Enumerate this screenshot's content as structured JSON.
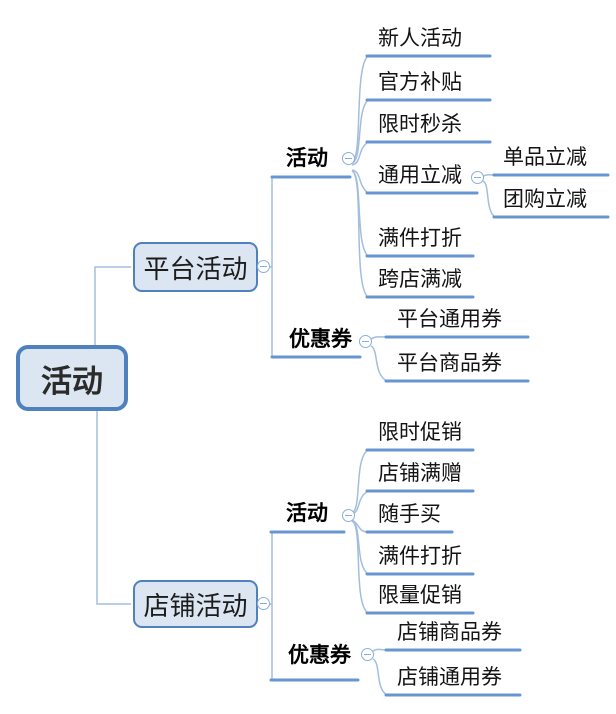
{
  "root": {
    "label": "活动"
  },
  "branches": [
    {
      "label": "平台活动",
      "groups": [
        {
          "label": "活动",
          "children": [
            {
              "label": "新人活动"
            },
            {
              "label": "官方补贴"
            },
            {
              "label": "限时秒杀"
            },
            {
              "label": "通用立减",
              "children": [
                {
                  "label": "单品立减"
                },
                {
                  "label": "团购立减"
                }
              ]
            },
            {
              "label": "满件打折"
            },
            {
              "label": "跨店满减"
            }
          ]
        },
        {
          "label": "优惠券",
          "children": [
            {
              "label": "平台通用券"
            },
            {
              "label": "平台商品券"
            }
          ]
        }
      ]
    },
    {
      "label": "店铺活动",
      "groups": [
        {
          "label": "活动",
          "children": [
            {
              "label": "限时促销"
            },
            {
              "label": "店铺满赠"
            },
            {
              "label": "随手买"
            },
            {
              "label": "满件打折"
            },
            {
              "label": "限量促销"
            }
          ]
        },
        {
          "label": "优惠券",
          "children": [
            {
              "label": "店铺商品券"
            },
            {
              "label": "店铺通用券"
            }
          ]
        }
      ]
    }
  ],
  "icons": {
    "collapse": "minus-circle"
  },
  "colors": {
    "node_border": "#4e81bd",
    "node_fill": "#dce6f2",
    "connector": "#a3bedd",
    "underline": "#6795d1",
    "collapse_ring": "#8aaedb",
    "text": "#141414"
  }
}
